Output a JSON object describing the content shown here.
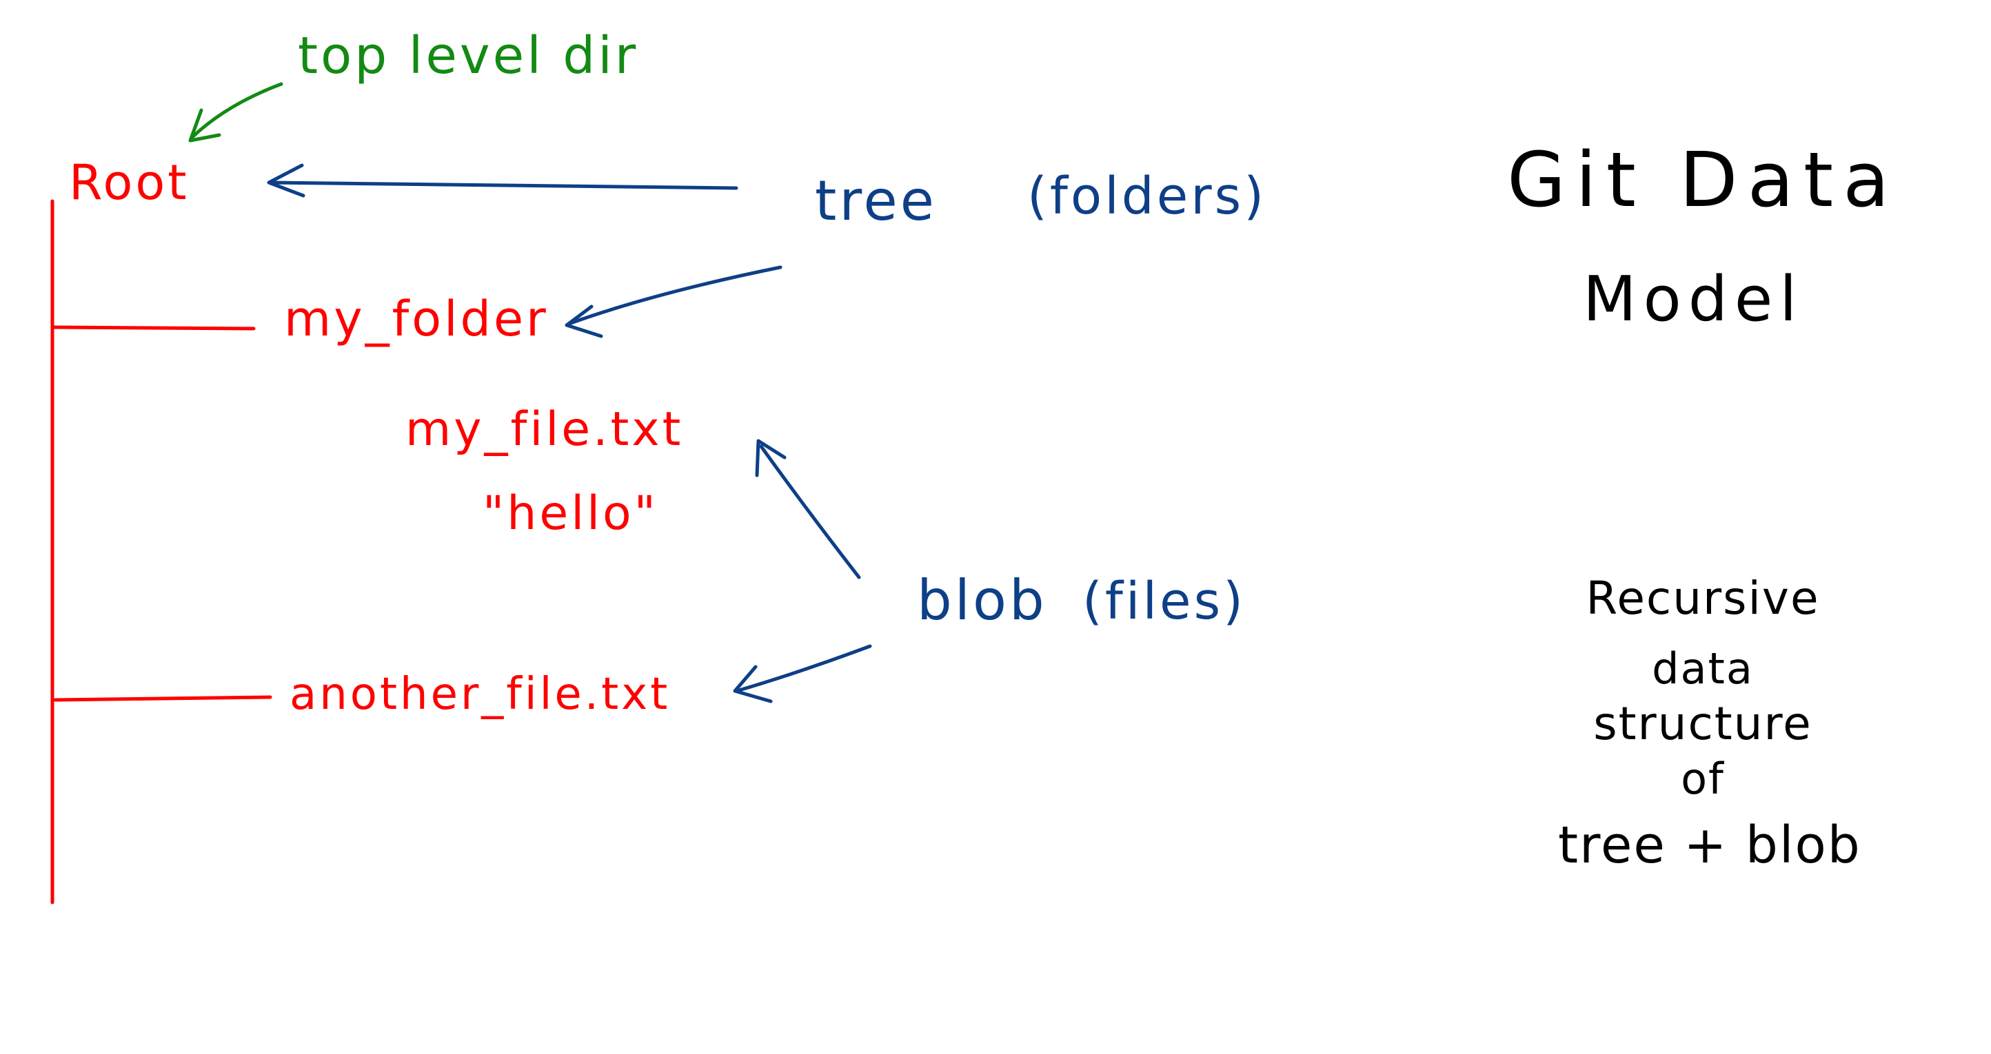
{
  "colors": {
    "red": "#ff0000",
    "green": "#138a13",
    "blue": "#0e3f87",
    "black": "#000000"
  },
  "labels": {
    "top_level_dir": "top level dir",
    "root": "Root",
    "my_folder": "my_folder",
    "my_file": "my_file.txt",
    "hello": "\"hello\"",
    "another_file": "another_file.txt",
    "tree": "tree",
    "tree_note": "(folders)",
    "blob": "blob",
    "blob_note": "(files)"
  },
  "title": {
    "line1": "Git Data",
    "line2": "Model"
  },
  "note": {
    "line1": "Recursive",
    "line2": "data",
    "line3": "structure",
    "line4": "of",
    "line5": "tree + blob"
  }
}
